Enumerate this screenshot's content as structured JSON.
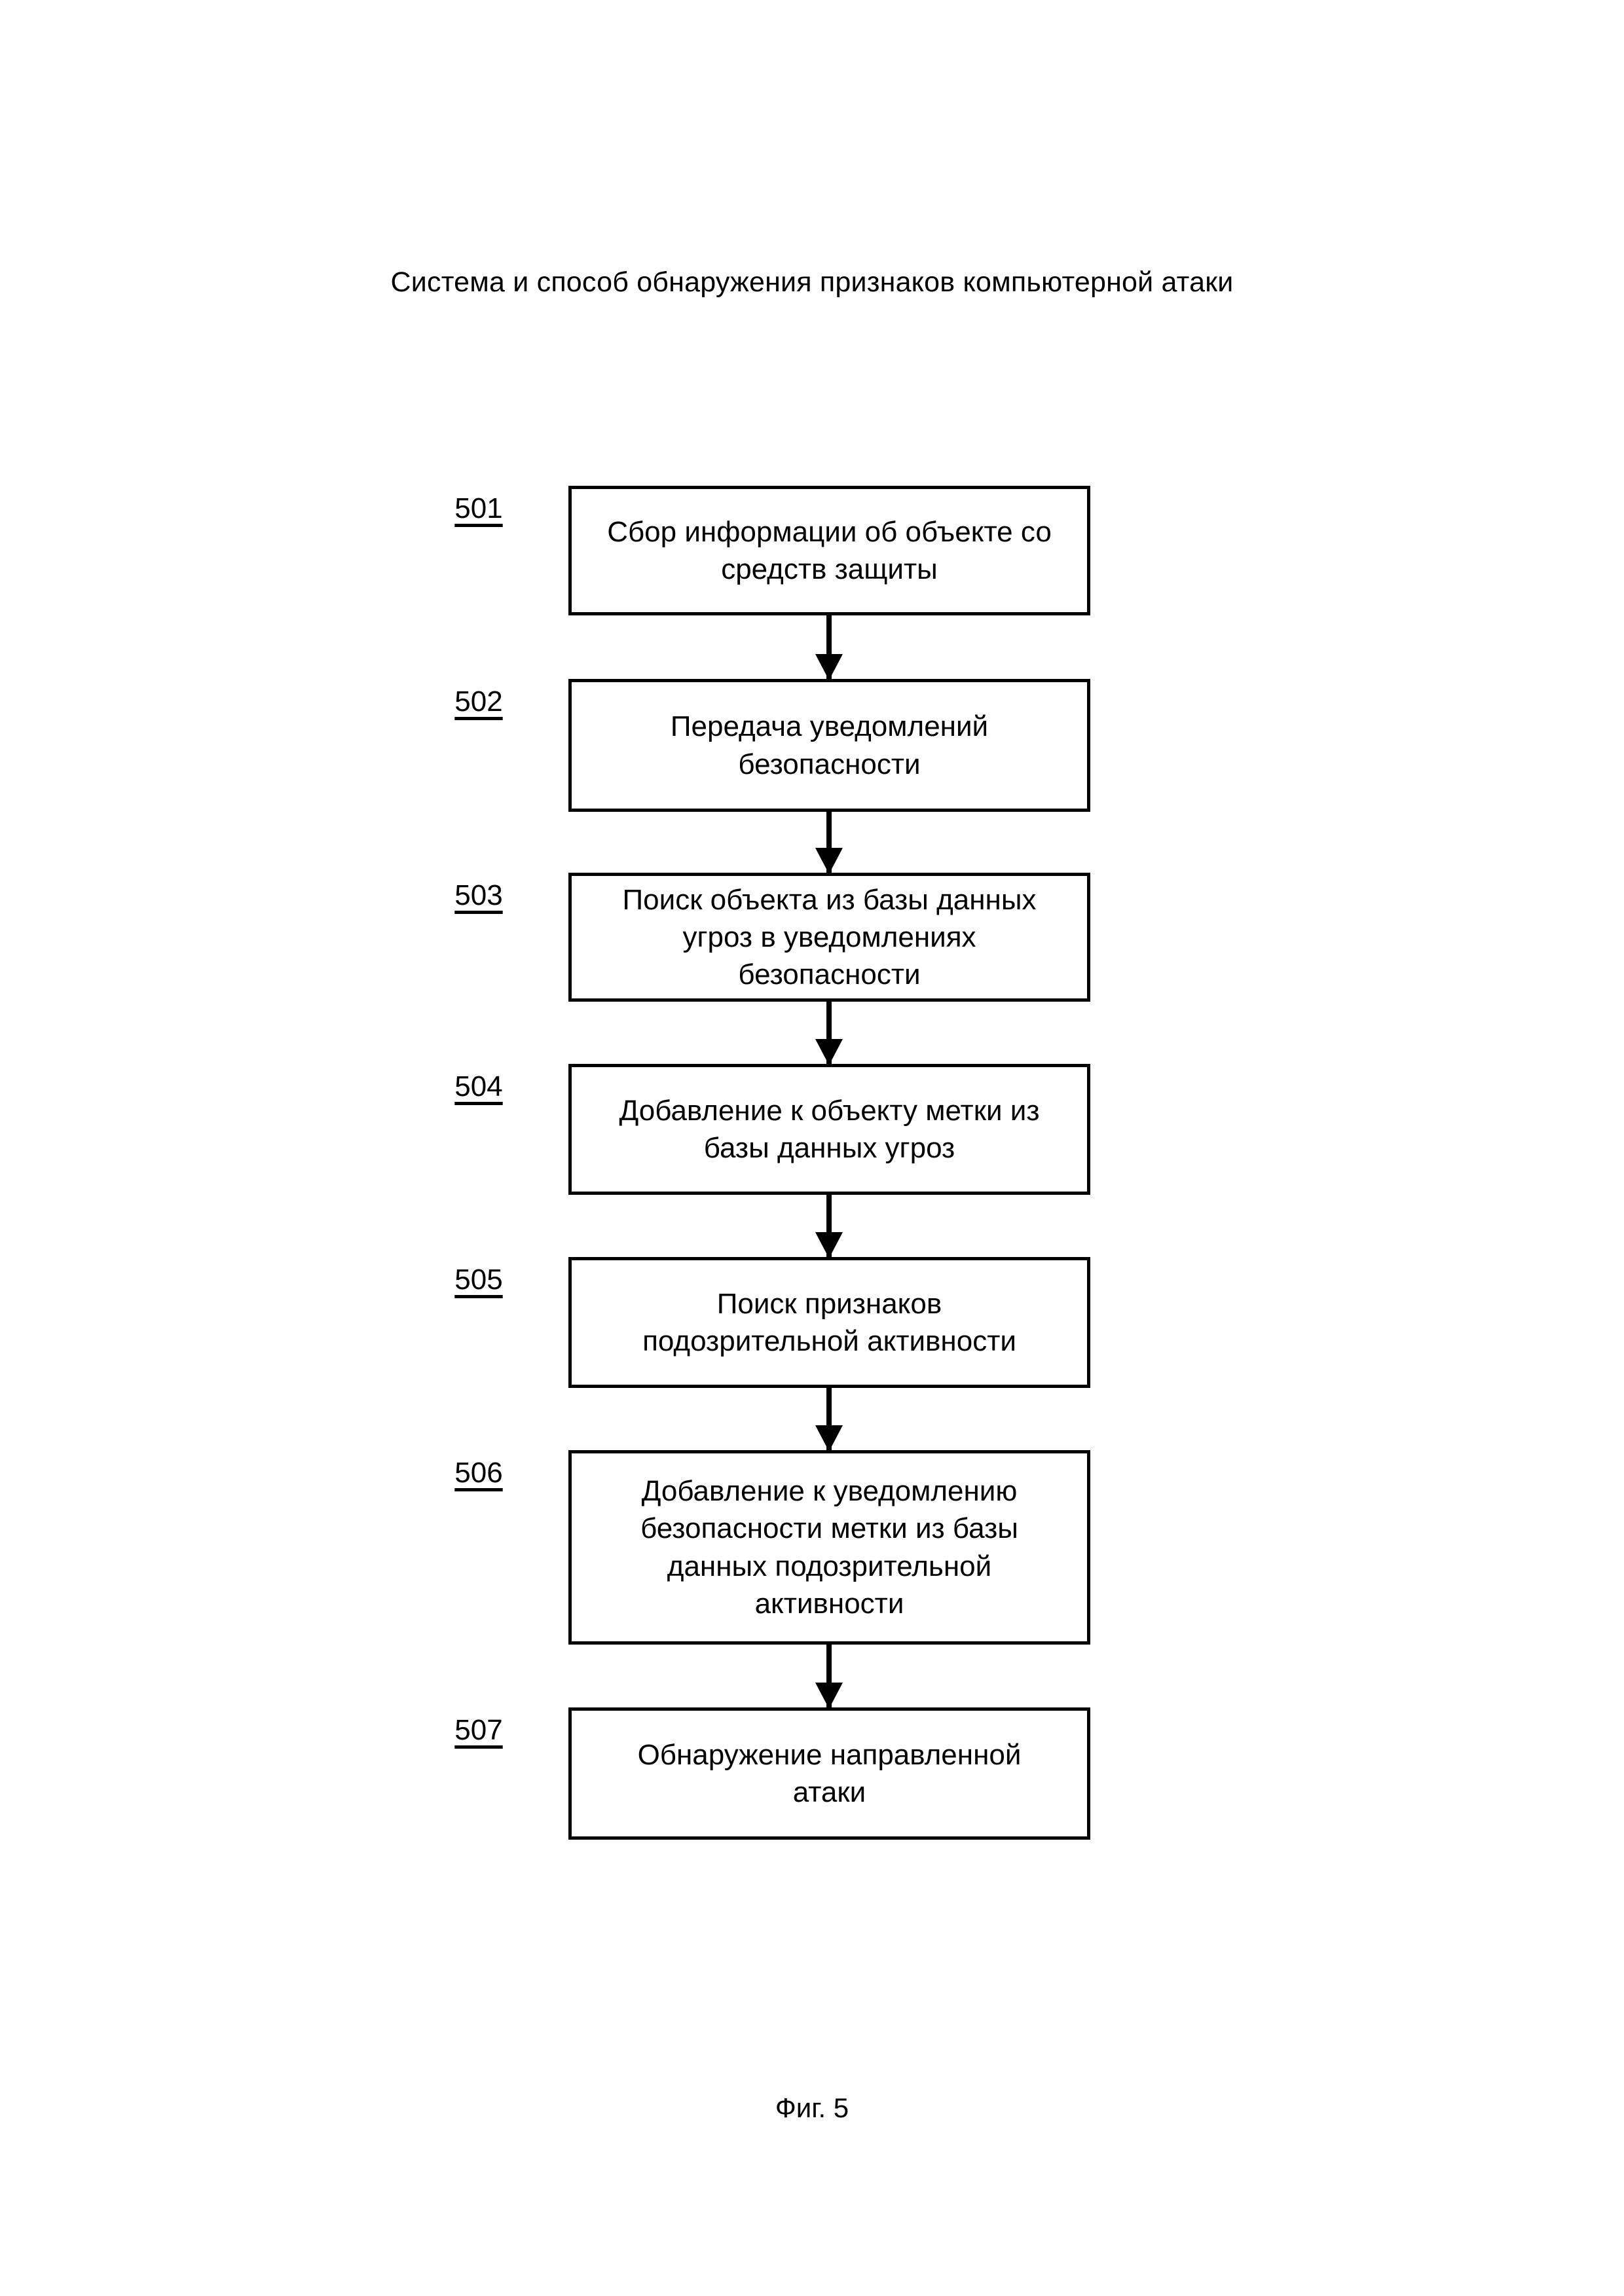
{
  "page": {
    "title": "Система и способ обнаружения признаков компьютерной атаки",
    "figure_caption": "Фиг. 5",
    "background_color": "#ffffff",
    "line_color": "#000000"
  },
  "flowchart": {
    "type": "flowchart",
    "orientation": "vertical",
    "connector_style": "arrow-down",
    "steps": [
      {
        "ref": "501",
        "label": "Сбор информации об объекте со\nсредств защиты",
        "lines": 2
      },
      {
        "ref": "502",
        "label": "Передача уведомлений\nбезопасности",
        "lines": 2
      },
      {
        "ref": "503",
        "label": "Поиск объекта из базы данных\nугроз в уведомлениях\nбезопасности",
        "lines": 3
      },
      {
        "ref": "504",
        "label": "Добавление к объекту метки из\nбазы данных угроз",
        "lines": 2
      },
      {
        "ref": "505",
        "label": "Поиск признаков\nподозрительной активности",
        "lines": 2
      },
      {
        "ref": "506",
        "label": "Добавление к уведомлению\nбезопасности метки из базы\nданных подозрительной\nактивности",
        "lines": 4
      },
      {
        "ref": "507",
        "label": "Обнаружение направленной\nатаки",
        "lines": 2
      }
    ]
  }
}
